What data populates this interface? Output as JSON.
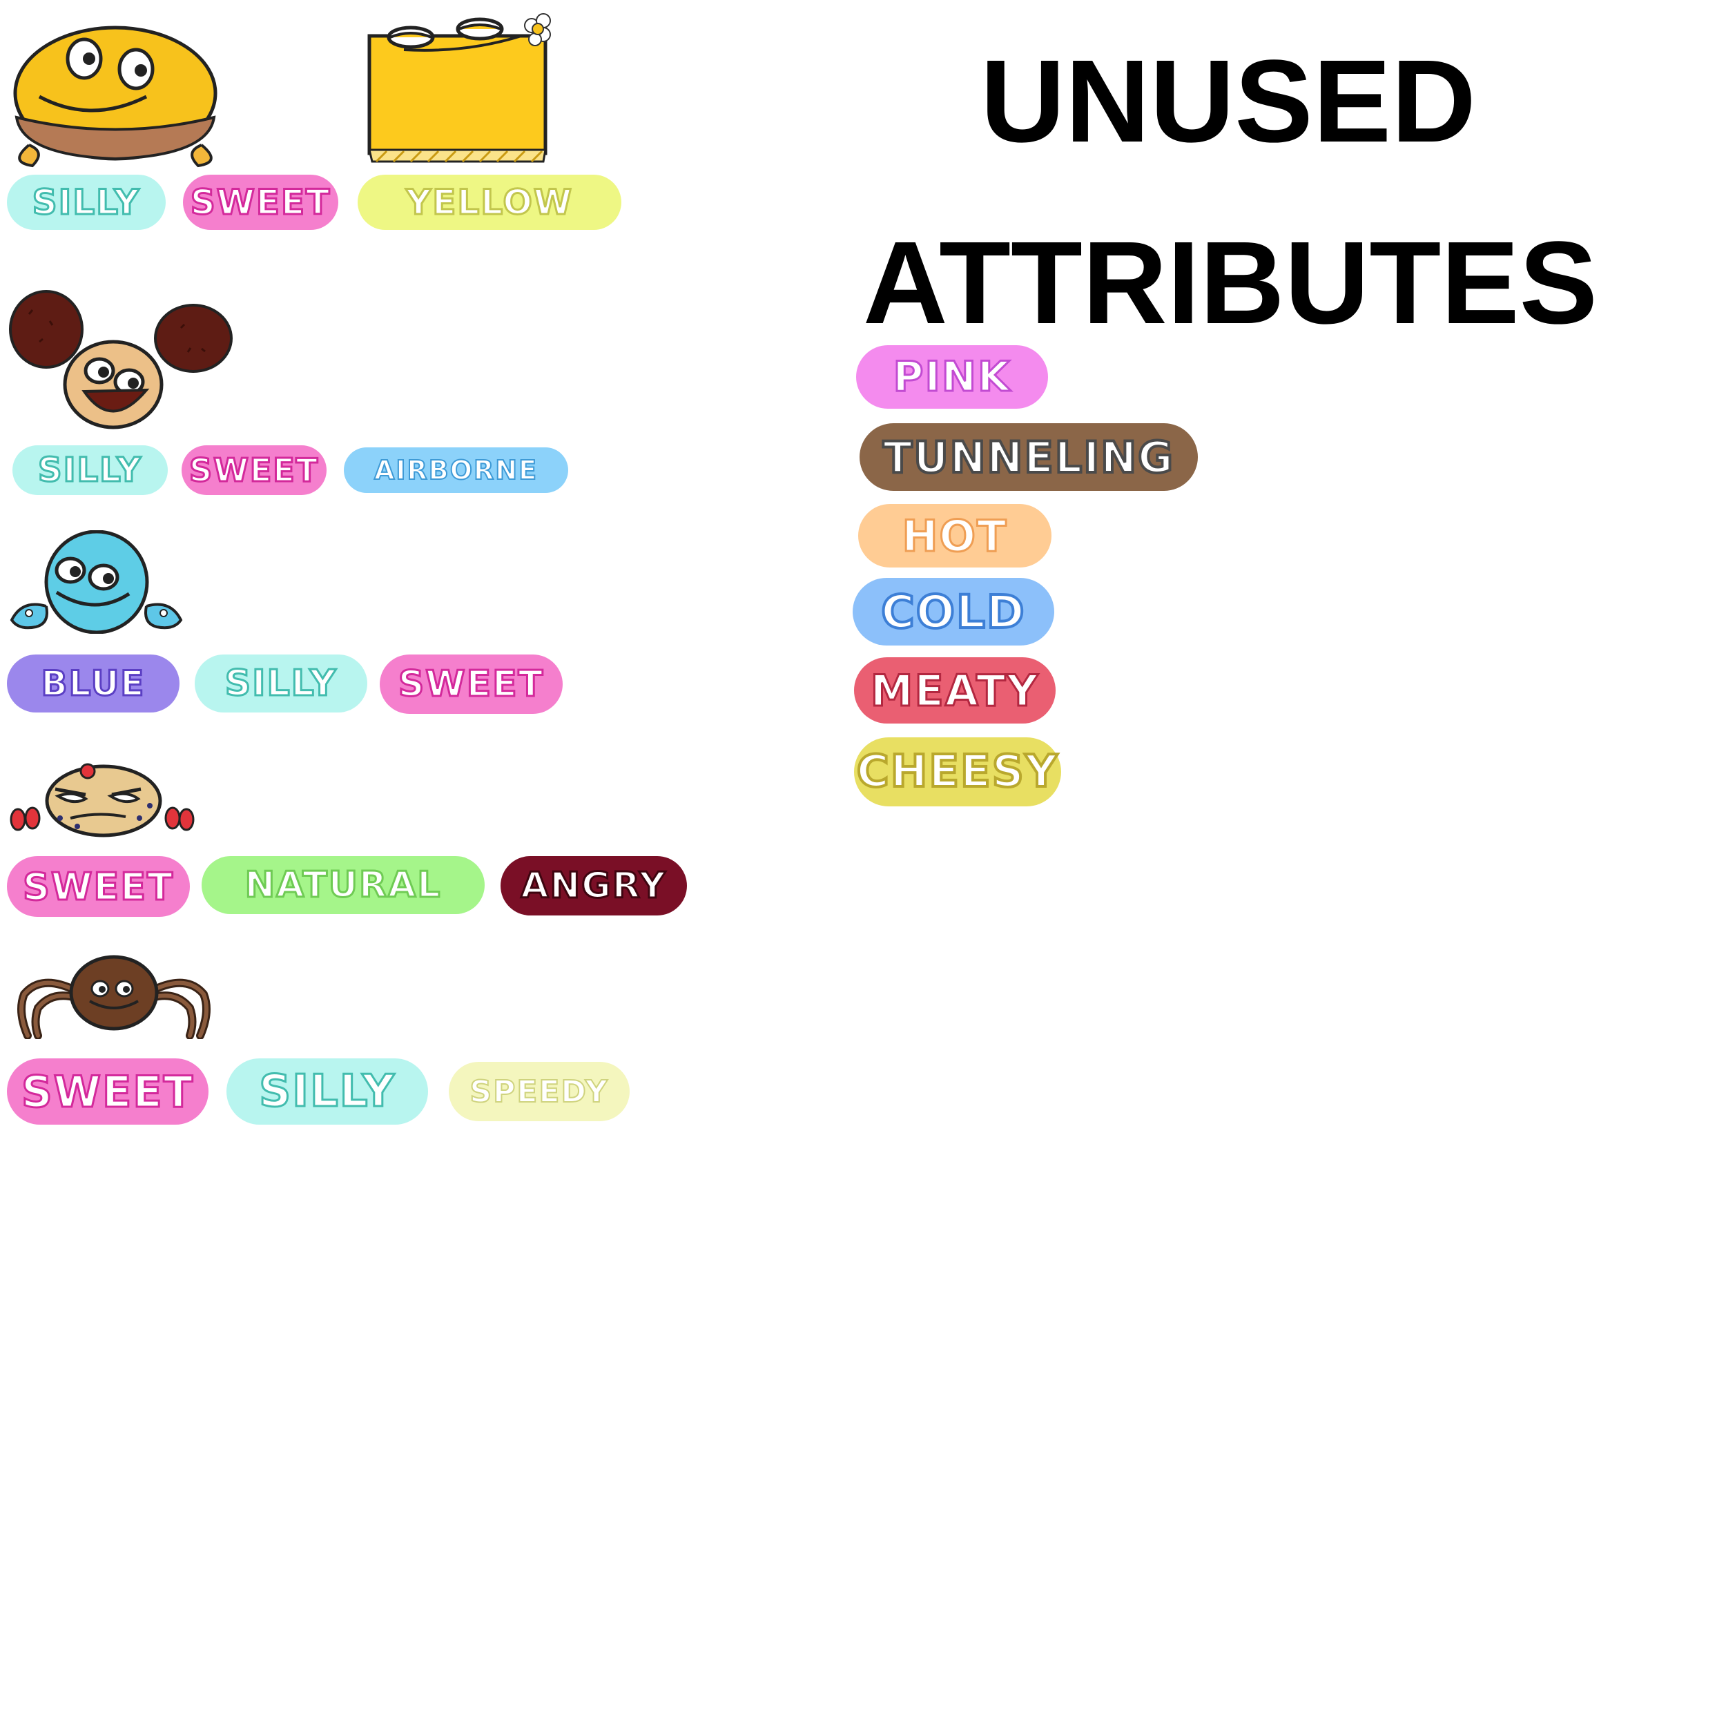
{
  "title": {
    "line1": "UNUSED",
    "line2": "ATTRIBUTES"
  },
  "colors": {
    "silly": "#b8f5ef",
    "sweet": "#f57fcd",
    "yellow": "#eef784",
    "airborne": "#8cd2fa",
    "blue": "#9b87ec",
    "natural": "#a5f58a",
    "angry": "#7a0f26",
    "speedy": "#f4f6be",
    "pink": "#f48bee",
    "tunneling": "#8b6648",
    "hot": "#ffcc94",
    "cold": "#8cc0fa",
    "meaty": "#ea5f72",
    "cheesy": "#e8df62"
  },
  "creatures": [
    {
      "name": "yellow-blob-creature",
      "tags": [
        "SILLY",
        "SWEET"
      ]
    },
    {
      "name": "yellow-cake-creature",
      "tags": [
        "YELLOW"
      ]
    },
    {
      "name": "mouse-eared-cookie-creature",
      "tags": [
        "SILLY",
        "SWEET",
        "AIRBORNE"
      ]
    },
    {
      "name": "blue-ball-creature",
      "tags": [
        "BLUE",
        "SILLY",
        "SWEET"
      ]
    },
    {
      "name": "cookie-strawberry-creature",
      "tags": [
        "SWEET",
        "NATURAL",
        "ANGRY"
      ]
    },
    {
      "name": "chocolate-spider-creature",
      "tags": [
        "SWEET",
        "SILLY",
        "SPEEDY"
      ]
    }
  ],
  "unused_attributes": [
    "PINK",
    "TUNNELING",
    "HOT",
    "COLD",
    "MEATY",
    "CHEESY"
  ]
}
